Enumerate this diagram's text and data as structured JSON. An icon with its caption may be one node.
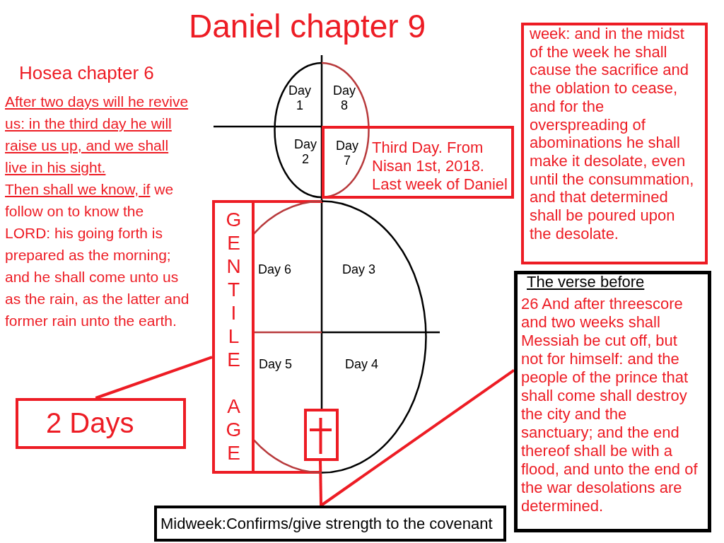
{
  "diagram": {
    "title": "Daniel chapter 9",
    "nodes": [
      {
        "text": [
          "Day 1",
          "Day 8",
          "Day 2"
        ]
      },
      {
        "text": [
          "Day 7",
          "Third Day. From Nisan 1st, 2018. Last week of Daniel"
        ]
      },
      {
        "text": [
          "Day 6",
          "Day 3",
          "Day 5",
          "Day 4"
        ]
      },
      {
        "text": [
          "GENTILE AGE"
        ]
      },
      {
        "text": [
          "2 Days"
        ]
      },
      {
        "text": [],
        "shape": "box",
        "in": 2
      },
      {
        "text": [
          "Midweek:Confirms/give strength to the covenant"
        ]
      },
      {
        "text": [
          "week: and in the midst of the week he shall cause the sacrifice and the oblation to cease, and for the overspreading of abominations he shall make it desolate, even until the consummation, and that determined shall be poured upon the desolate."
        ]
      },
      {
        "text": [
          "The verse before",
          "26 And after threescore and two weeks shall Messiah be cut off, but not for himself: and the people of the prince that shall come shall destroy the city and the sanctuary; and the end thereof shall be with a flood, and unto the end of the war desolations are determined."
        ]
      }
    ],
    "edges": [
      {
        "from": 4,
        "to": 3,
        "arrow": "none"
      },
      {
        "from": 5,
        "to": 6,
        "arrow": "none"
      },
      {
        "from": 6,
        "to": 8,
        "arrow": "none"
      }
    ],
    "labels": [
      "Hosea chapter 6",
      "After two days will he revive us: in the third day he will raise us up, and we shall live in his sight.",
      "Then shall we know, if we follow on to know the LORD: his going forth is prepared as the morning; and he shall come unto us as the rain, as the latter and former rain unto the earth."
    ]
  }
}
